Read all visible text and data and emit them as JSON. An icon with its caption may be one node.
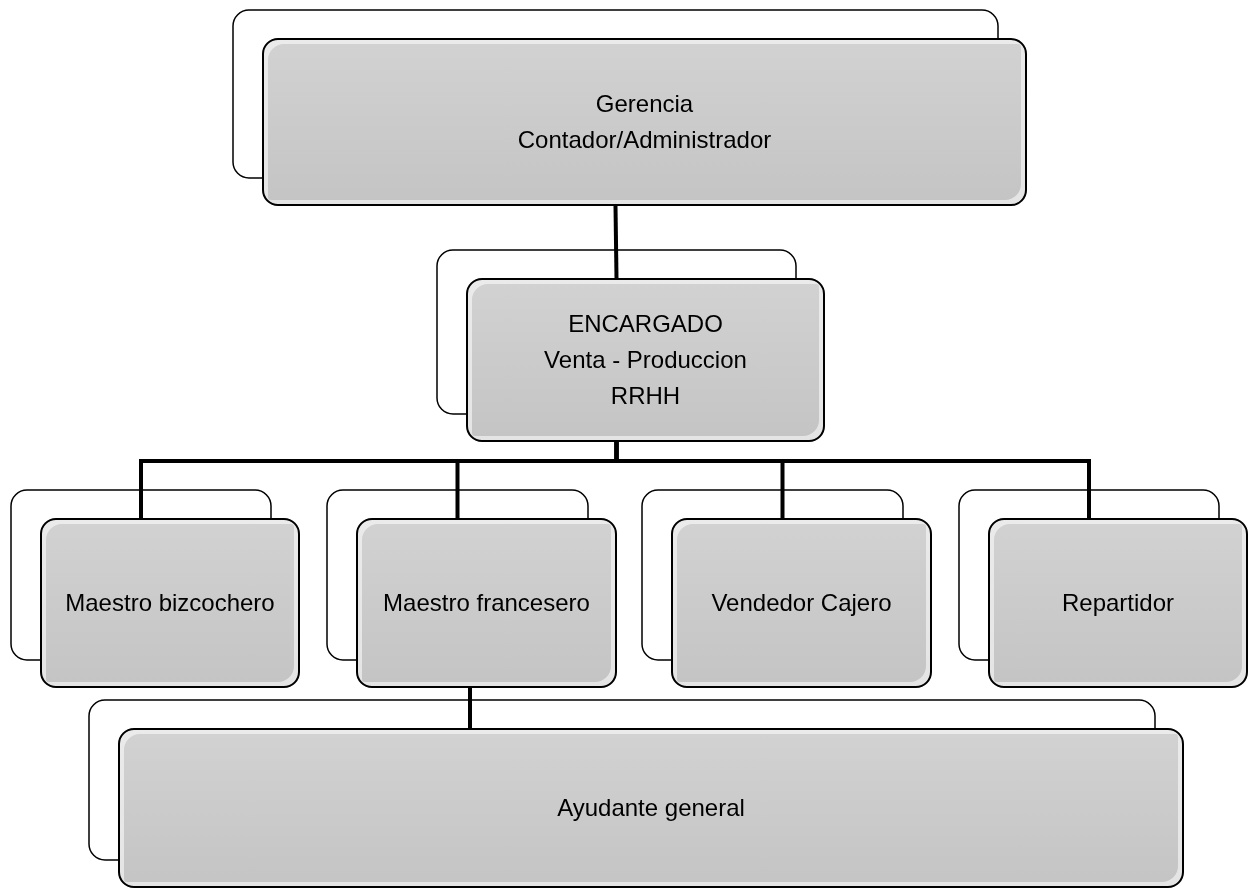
{
  "diagram": {
    "nodes": [
      {
        "text": [
          "Gerencia",
          "Contador/Administrador"
        ]
      },
      {
        "text": [
          "ENCARGADO",
          "Venta - Produccion",
          "RRHH"
        ]
      },
      {
        "text": [
          "Maestro bizcochero"
        ]
      },
      {
        "text": [
          "Maestro francesero"
        ]
      },
      {
        "text": [
          "Vendedor Cajero"
        ]
      },
      {
        "text": [
          "Repartidor"
        ]
      },
      {
        "text": [
          "Ayudante general"
        ]
      }
    ],
    "edges": [
      {
        "from": 0,
        "to": 1,
        "arrow": "none"
      },
      {
        "from": 1,
        "to": 2,
        "arrow": "none"
      },
      {
        "from": 1,
        "to": 3,
        "arrow": "none"
      },
      {
        "from": 1,
        "to": 4,
        "arrow": "none"
      },
      {
        "from": 1,
        "to": 5,
        "arrow": "none"
      },
      {
        "from": 3,
        "to": 6,
        "arrow": "none"
      }
    ]
  }
}
